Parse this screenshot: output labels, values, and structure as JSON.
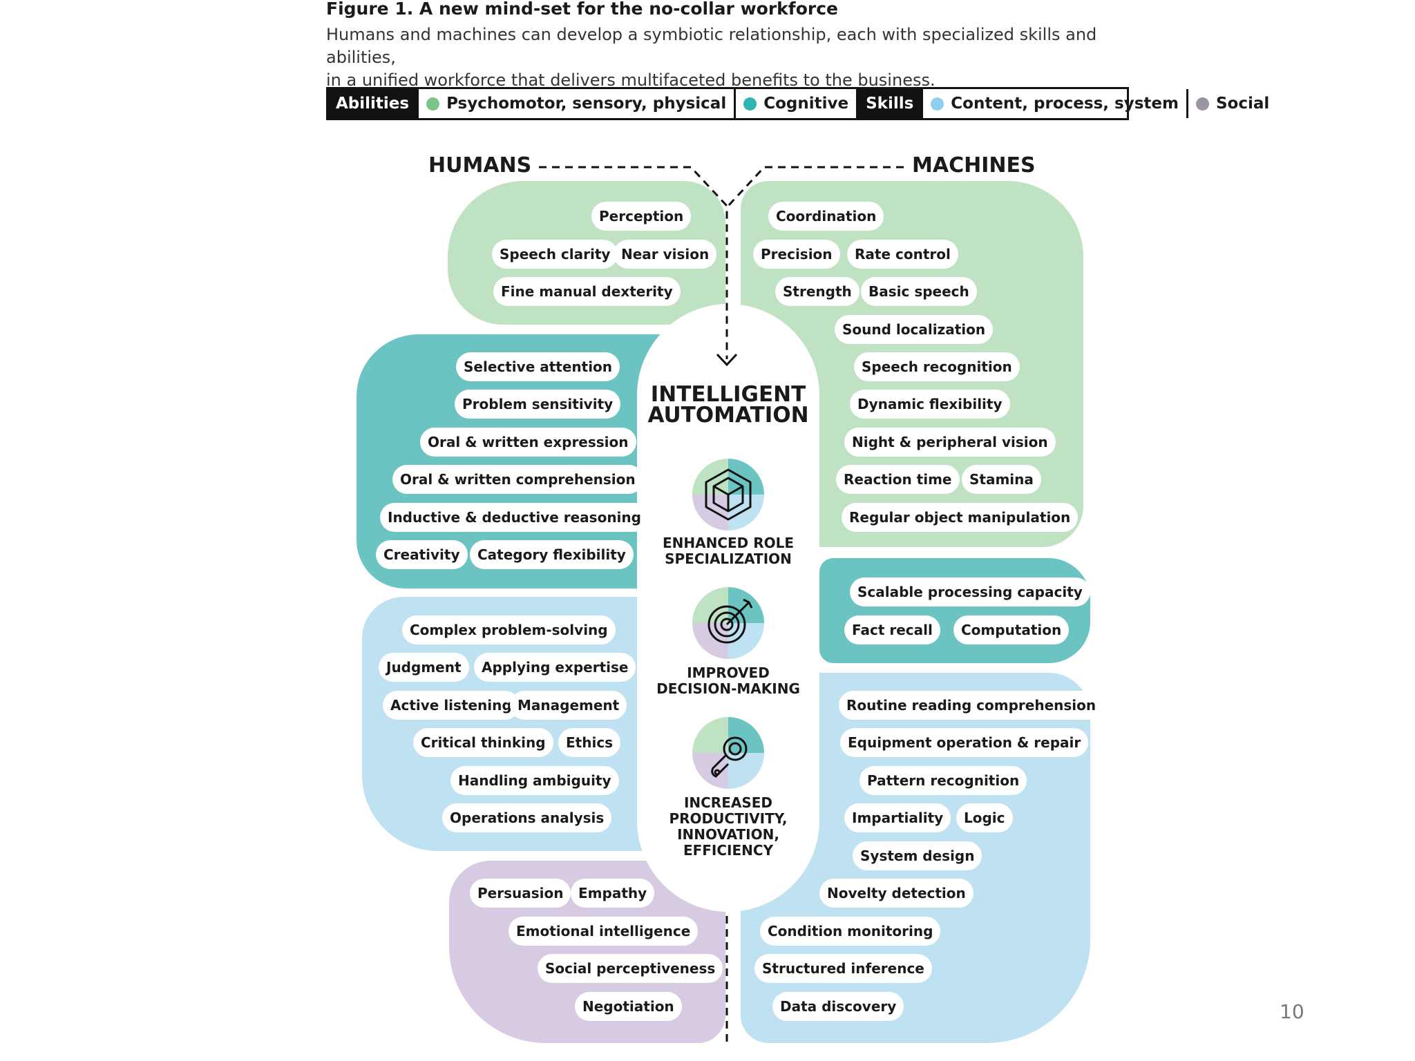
{
  "figure": {
    "title": "Figure 1. A new mind-set for the no-collar workforce",
    "description_line1": "Humans and machines can develop a symbiotic relationship, each with specialized skills and abilities,",
    "description_line2": "in a unified workforce that delivers multifaceted benefits to the business."
  },
  "legend": {
    "abilities_label": "Abilities",
    "psychomotor_label": "Psychomotor, sensory, physical",
    "cognitive_label": "Cognitive",
    "skills_label": "Skills",
    "content_label": "Content, process, system",
    "social_label": "Social"
  },
  "colors": {
    "psychomotor": "#bfe3c2",
    "cognitive": "#6cc4c2",
    "content": "#bfe2f2",
    "social": "#d7cbe4",
    "psychomotor_dot": "#7cc48a",
    "cognitive_dot": "#2fb4b4",
    "content_dot": "#8dd0ee",
    "social_dot": "#9a94a5"
  },
  "headers": {
    "humans": "HUMANS",
    "machines": "MACHINES"
  },
  "center": {
    "title_line1": "INTELLIGENT",
    "title_line2": "AUTOMATION",
    "benefits": [
      {
        "icon": "cube-icon",
        "lines": [
          "ENHANCED ROLE",
          "SPECIALIZATION"
        ]
      },
      {
        "icon": "target-icon",
        "lines": [
          "IMPROVED",
          "DECISION-MAKING"
        ]
      },
      {
        "icon": "gear-wrench-icon",
        "lines": [
          "INCREASED",
          "PRODUCTIVITY,",
          "INNOVATION,",
          "EFFICIENCY"
        ]
      }
    ]
  },
  "humans": {
    "psychomotor": [
      "Perception",
      "Speech clarity",
      "Near vision",
      "Fine manual dexterity"
    ],
    "cognitive": [
      "Selective attention",
      "Problem sensitivity",
      "Oral & written expression",
      "Oral & written comprehension",
      "Inductive & deductive reasoning",
      "Creativity",
      "Category flexibility"
    ],
    "content": [
      "Complex problem-solving",
      "Judgment",
      "Applying expertise",
      "Active listening",
      "Management",
      "Critical thinking",
      "Ethics",
      "Handling ambiguity",
      "Operations analysis"
    ],
    "social": [
      "Persuasion",
      "Empathy",
      "Emotional intelligence",
      "Social perceptiveness",
      "Negotiation"
    ]
  },
  "machines": {
    "psychomotor": [
      "Coordination",
      "Precision",
      "Rate control",
      "Strength",
      "Basic speech",
      "Sound localization",
      "Speech recognition",
      "Dynamic flexibility",
      "Night & peripheral vision",
      "Reaction time",
      "Stamina",
      "Regular object manipulation"
    ],
    "cognitive": [
      "Scalable processing capacity",
      "Fact recall",
      "Computation"
    ],
    "content": [
      "Routine reading comprehension",
      "Equipment operation & repair",
      "Pattern recognition",
      "Impartiality",
      "Logic",
      "System design",
      "Novelty detection",
      "Condition monitoring",
      "Structured inference",
      "Data discovery"
    ]
  },
  "page_number": "10"
}
